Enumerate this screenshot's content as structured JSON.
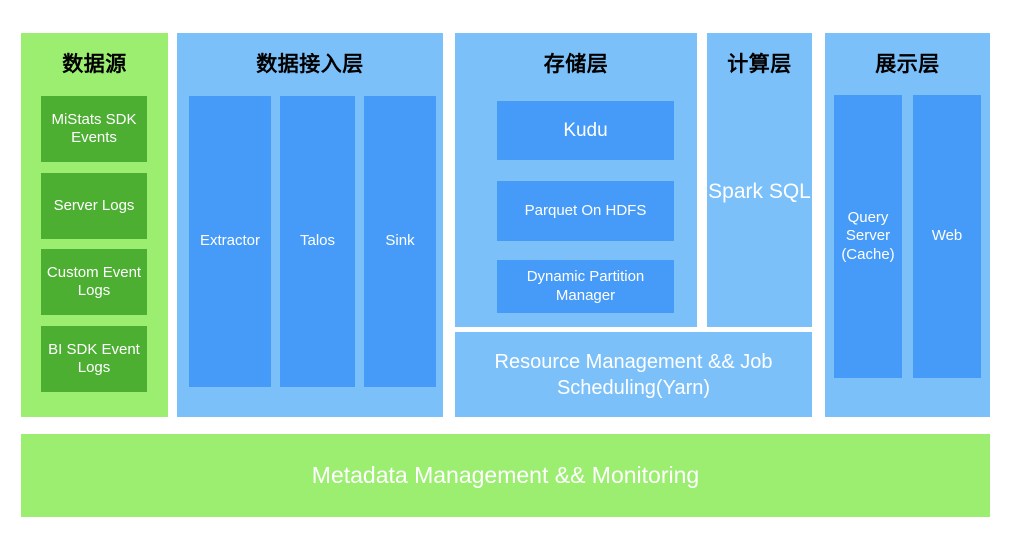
{
  "colors": {
    "light_green": "#9BEE70",
    "dark_green": "#4CAF32",
    "light_blue": "#7CC0FA",
    "medium_blue": "#459BF7",
    "title_text": "#000000",
    "box_text": "#FFFFFF",
    "background": "#FFFFFF"
  },
  "layers": {
    "data_source": {
      "title": "数据源",
      "items": [
        "MiStats SDK Events",
        "Server Logs",
        "Custom Event Logs",
        "BI SDK Event Logs"
      ]
    },
    "ingestion": {
      "title": "数据接入层",
      "items": [
        "Extractor",
        "Talos",
        "Sink"
      ]
    },
    "storage": {
      "title": "存储层",
      "items": [
        "Kudu",
        "Parquet On HDFS",
        "Dynamic Partition Manager"
      ]
    },
    "compute": {
      "title": "计算层",
      "items": [
        "Spark SQL"
      ]
    },
    "presentation": {
      "title": "展示层",
      "items": [
        "Query Server (Cache)",
        "Web"
      ]
    }
  },
  "resource_bar": {
    "label": "Resource Management && Job Scheduling(Yarn)"
  },
  "metadata_bar": {
    "label": "Metadata Management && Monitoring"
  }
}
